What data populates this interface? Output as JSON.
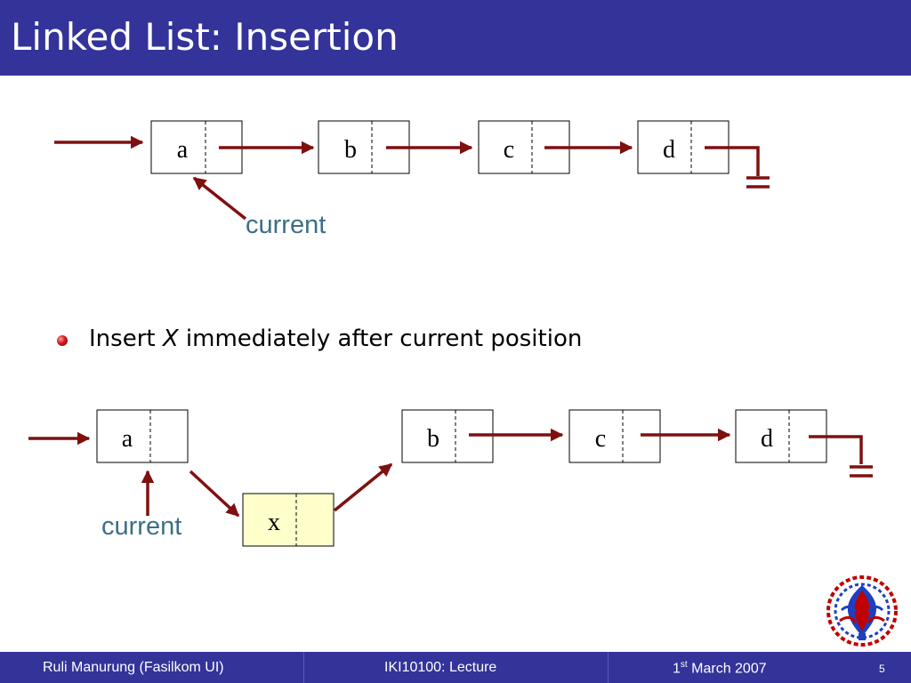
{
  "slide": {
    "title": "Linked List: Insertion"
  },
  "diagram_top": {
    "nodes": [
      "a",
      "b",
      "c",
      "d"
    ],
    "pointer_label": "current"
  },
  "bullet": {
    "prefix": "Insert ",
    "variable": "X",
    "suffix": " immediately after current position"
  },
  "diagram_bottom": {
    "nodes": [
      "a",
      "b",
      "c",
      "d"
    ],
    "inserted_node": "x",
    "pointer_label": "current"
  },
  "footer": {
    "author": "Ruli Manurung (Fasilkom UI)",
    "course": "IKI10100: Lecture",
    "date_day": "1",
    "date_suffix": "st",
    "date_rest": " March 2007",
    "page_number": "5"
  },
  "colors": {
    "header_bg": "#333399",
    "arrow": "#7f1010",
    "label_text": "#3d6f86",
    "inserted_node_fill": "#ffffcc"
  }
}
